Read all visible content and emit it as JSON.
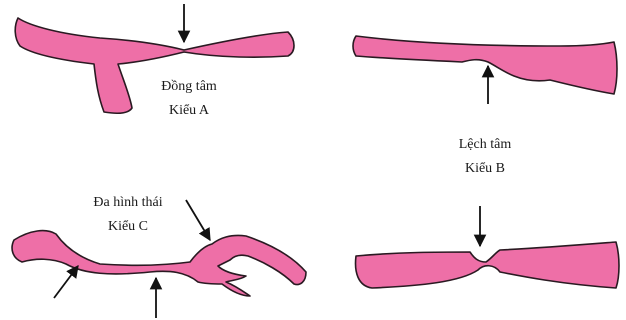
{
  "colors": {
    "vessel_fill": "#ee6fa7",
    "vessel_stroke": "#2a1a22",
    "arrow": "#111111",
    "background": "#ffffff"
  },
  "panels": [
    {
      "id": "A",
      "line1": "Đồng tâm",
      "line2": "Kiểu A"
    },
    {
      "id": "B",
      "line1": "Lệch tâm",
      "line2": "Kiểu B"
    },
    {
      "id": "C",
      "line1": "Đa hình thái",
      "line2": "Kiểu C"
    }
  ]
}
